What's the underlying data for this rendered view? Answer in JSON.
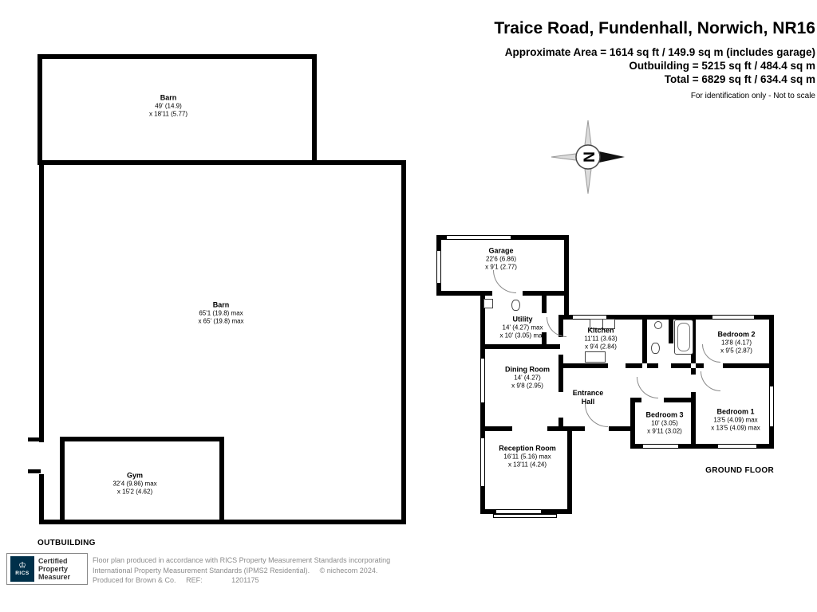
{
  "title": "Traice Road, Fundenhall, Norwich, NR16",
  "area_lines": [
    "Approximate Area = 1614 sq ft / 149.9 sq m (includes garage)",
    "Outbuilding = 5215 sq ft / 484.4 sq m",
    "Total = 6829 sq ft / 634.4 sq m"
  ],
  "disclaimer": "For identification only - Not to scale",
  "compass": {
    "letter": "N"
  },
  "outbuilding": {
    "section_label": "OUTBUILDING",
    "rooms": [
      {
        "name": "Barn",
        "dims1": "49' (14.9)",
        "dims2": "x 18'11 (5.77)"
      },
      {
        "name": "Barn",
        "dims1": "65'1 (19.8) max",
        "dims2": "x 65' (19.8) max"
      },
      {
        "name": "Gym",
        "dims1": "32'4 (9.86) max",
        "dims2": "x 15'2 (4.62)"
      }
    ]
  },
  "ground_floor": {
    "section_label": "GROUND FLOOR",
    "rooms": [
      {
        "name": "Garage",
        "dims1": "22'6 (6.86)",
        "dims2": "x 9'1 (2.77)"
      },
      {
        "name": "Utility",
        "dims1": "14' (4.27) max",
        "dims2": "x 10' (3.05) max"
      },
      {
        "name": "Kitchen",
        "dims1": "11'11 (3.63)",
        "dims2": "x 9'4 (2.84)"
      },
      {
        "name": "Dining Room",
        "dims1": "14' (4.27)",
        "dims2": "x 9'8 (2.95)"
      },
      {
        "name": "Entrance Hall",
        "dims1": "",
        "dims2": ""
      },
      {
        "name": "Reception Room",
        "dims1": "16'11 (5.16) max",
        "dims2": "x 13'11 (4.24)"
      },
      {
        "name": "Bedroom 2",
        "dims1": "13'8 (4.17)",
        "dims2": "x 9'5 (2.87)"
      },
      {
        "name": "Bedroom 3",
        "dims1": "10' (3.05)",
        "dims2": "x 9'11 (3.02)"
      },
      {
        "name": "Bedroom 1",
        "dims1": "13'5 (4.09) max",
        "dims2": "x 13'5 (4.09) max"
      }
    ]
  },
  "footer": {
    "logo": {
      "org": "RICS",
      "lines": [
        "Certified",
        "Property",
        "Measurer"
      ]
    },
    "line1": "Floor plan produced in accordance with RICS Property Measurement Standards incorporating",
    "line2": "International Property Measurement Standards (IPMS2 Residential).",
    "copyright": "© nichecom 2024.",
    "line3": "Produced for Brown & Co.",
    "ref_label": "REF:",
    "ref_value": "1201175"
  }
}
